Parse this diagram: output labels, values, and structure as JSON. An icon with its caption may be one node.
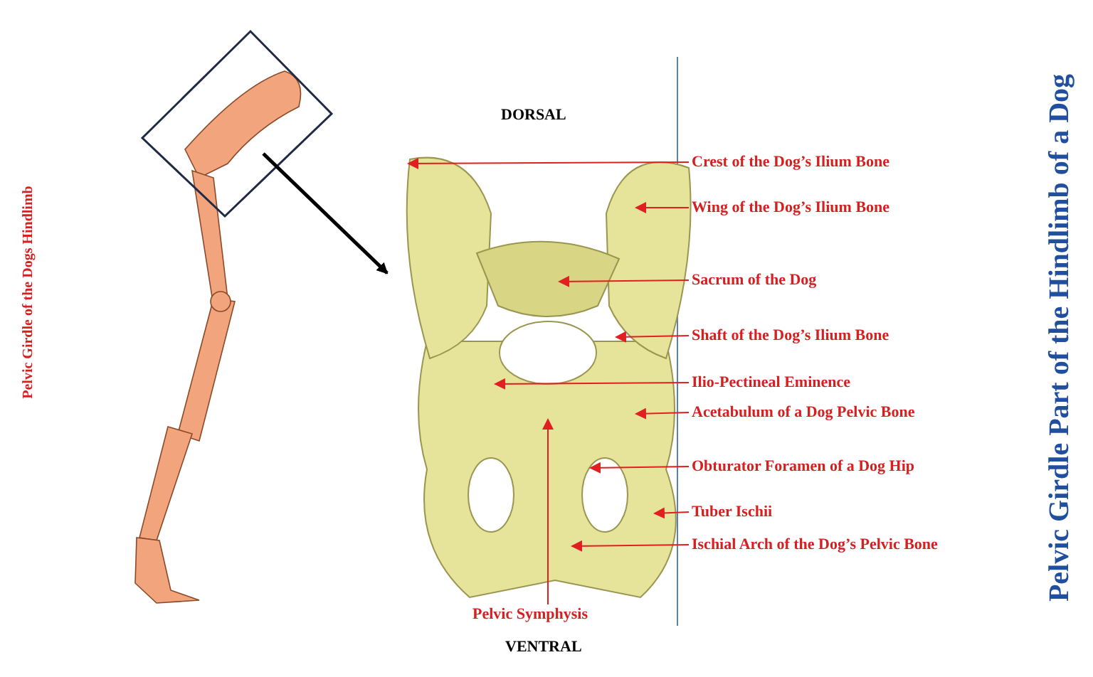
{
  "diagram": {
    "title": "Pelvic Girdle Part of the Hindlimb of a Dog",
    "nodes": [
      {
        "text": [],
        "shape": "diamond"
      },
      {
        "text": [],
        "shape": "picture"
      },
      {
        "text": [
          "Crest of the Dog’s Ilium Bone"
        ]
      },
      {
        "text": [
          "Wing of the Dog’s Ilium Bone"
        ]
      },
      {
        "text": [
          "Sacrum of the Dog"
        ]
      },
      {
        "text": [
          "Shaft of the Dog’s Ilium Bone"
        ]
      },
      {
        "text": [
          "Ilio-Pectineal Eminence"
        ]
      },
      {
        "text": [
          "Acetabulum of a Dog Pelvic Bone"
        ]
      },
      {
        "text": [
          "Obturator Foramen of a Dog Hip"
        ]
      },
      {
        "text": [
          "Tuber Ischii"
        ]
      },
      {
        "text": [
          "Ischial Arch  of the Dog’s Pelvic Bone"
        ]
      },
      {
        "text": [
          "Pelvic Symphysis"
        ]
      }
    ],
    "edges": [
      {
        "from": 0,
        "to": 1,
        "arrow": "to",
        "style": "thick",
        "color": "#000000"
      },
      {
        "from": 2,
        "to": 1,
        "arrow": "to"
      },
      {
        "from": 3,
        "to": 1,
        "arrow": "to"
      },
      {
        "from": 4,
        "to": 1,
        "arrow": "to"
      },
      {
        "from": 5,
        "to": 1,
        "arrow": "to"
      },
      {
        "from": 6,
        "to": 1,
        "arrow": "to"
      },
      {
        "from": 7,
        "to": 1,
        "arrow": "to"
      },
      {
        "from": 8,
        "to": 1,
        "arrow": "to"
      },
      {
        "from": 9,
        "to": 1,
        "arrow": "to"
      },
      {
        "from": 10,
        "to": 1,
        "arrow": "to"
      },
      {
        "from": 11,
        "to": 1,
        "arrow": "to"
      }
    ],
    "labels": [
      "Pelvic Girdle of the Dogs Hindlimb",
      "DORSAL",
      "VENTRAL"
    ]
  }
}
